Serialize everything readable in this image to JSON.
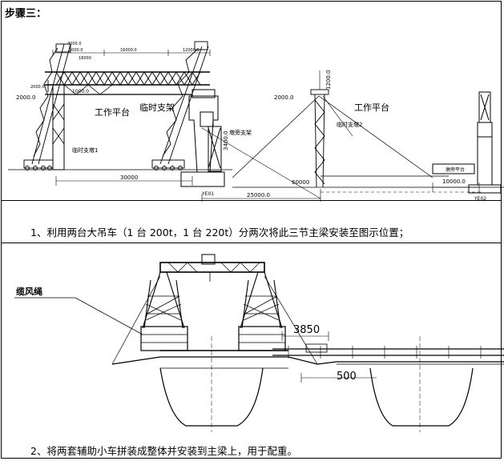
{
  "step_title": "步骤三：",
  "caption1": "1、利用两台大吊车（1 台 200t，1 台 220t）分两次将此三节主梁安装至图示位置；",
  "caption2": "2、将两套辅助小车拼装成整体并安装到主梁上，用于配重。",
  "top_diagram": {
    "dim_2000_left": "2000.0",
    "dim_span_left": "2000.0",
    "dim_span_mid": "16000.0",
    "dim_span_right": "12000.0",
    "dim_small_a": "4000.0",
    "dim_small_b": "2000.0",
    "dim_small_c": "18000",
    "dim_1000": "1000.0",
    "label_work_platform_left": "工作平台",
    "label_temp_frame": "临时支架",
    "label_temp_support_1": "临时支墩1",
    "label_bearing_frame": "墩旁支架",
    "dim_vertical_left": "3400.0",
    "dim_30000": "30000",
    "dim_25000": "25000.0",
    "dim_60000": "60000",
    "label_ye01": "YE01",
    "dim_2000_right": "2000.0",
    "dim_1200": "1200.0",
    "label_work_platform_right": "工作平台",
    "label_temp_support_2": "临时支墩2",
    "label_bearing_right": "墩旁平台",
    "dim_10000": "10000.0",
    "label_ye02": "YE02"
  },
  "bottom_diagram": {
    "label_guy_rope": "缆风绳",
    "dim_3850": "3850",
    "dim_500": "500"
  }
}
